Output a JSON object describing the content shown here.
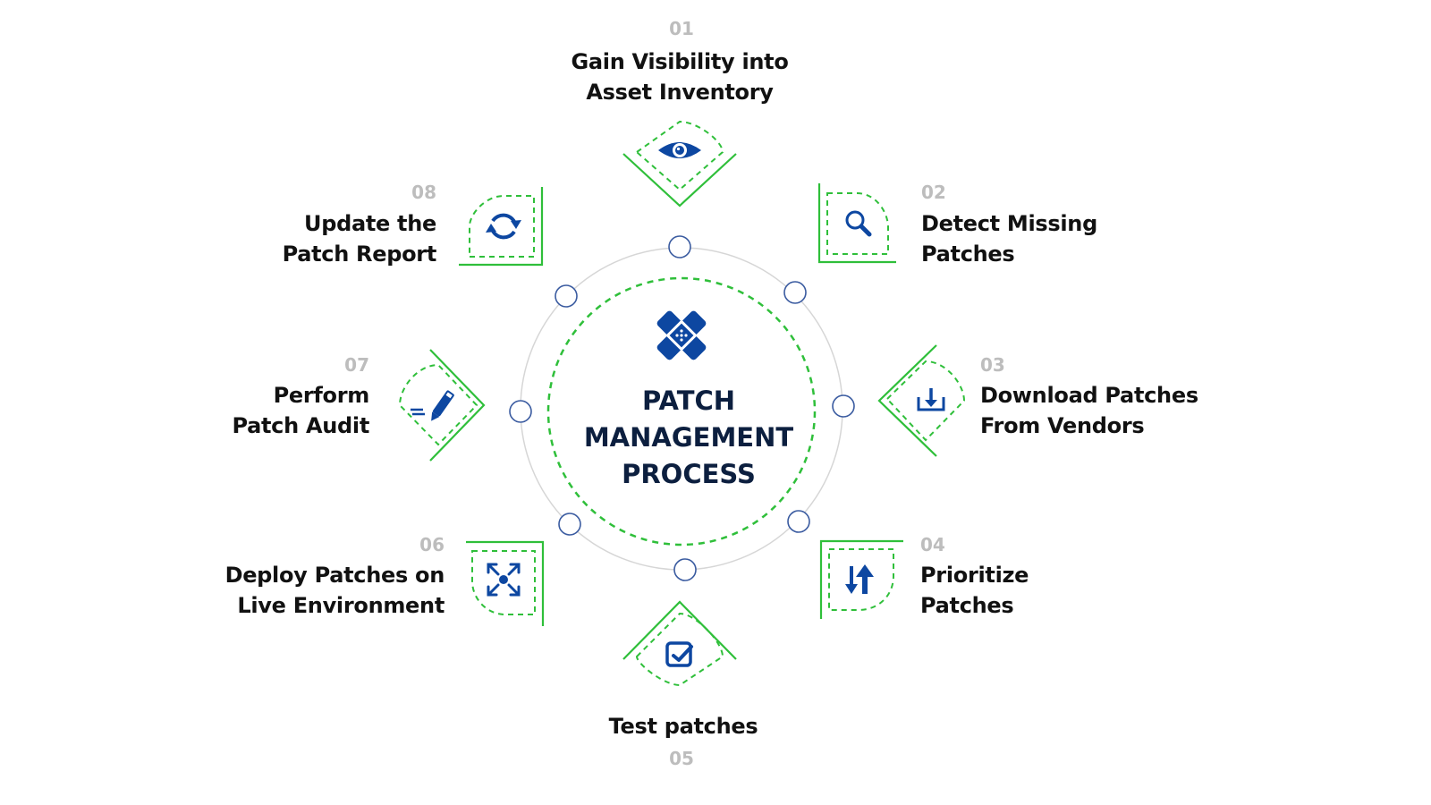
{
  "diagram": {
    "title_lines": [
      "PATCH",
      "MANAGEMENT",
      "PROCESS"
    ],
    "center_icon": "patch-bandage-icon",
    "colors": {
      "accent_green": "#2fbf3a",
      "icon_blue": "#0d47a1",
      "ring_gray": "#d0d0d0",
      "node_blue": "#3a5ba0",
      "number_gray": "#bdbdbd",
      "text_dark": "#111111"
    },
    "steps": [
      {
        "number": "01",
        "label_lines": [
          "Gain Visibility into",
          "Asset Inventory"
        ],
        "icon": "eye-icon"
      },
      {
        "number": "02",
        "label_lines": [
          "Detect Missing",
          "Patches"
        ],
        "icon": "magnifier-icon"
      },
      {
        "number": "03",
        "label_lines": [
          "Download Patches",
          "From Vendors"
        ],
        "icon": "download-icon"
      },
      {
        "number": "04",
        "label_lines": [
          "Prioritize",
          "Patches"
        ],
        "icon": "sort-arrows-icon"
      },
      {
        "number": "05",
        "label_lines": [
          "Test patches"
        ],
        "icon": "checkbox-icon"
      },
      {
        "number": "06",
        "label_lines": [
          "Deploy Patches on",
          "Live Environment"
        ],
        "icon": "expand-arrows-icon"
      },
      {
        "number": "07",
        "label_lines": [
          "Perform",
          "Patch Audit"
        ],
        "icon": "pencil-icon"
      },
      {
        "number": "08",
        "label_lines": [
          "Update the",
          "Patch Report"
        ],
        "icon": "refresh-icon"
      }
    ]
  }
}
